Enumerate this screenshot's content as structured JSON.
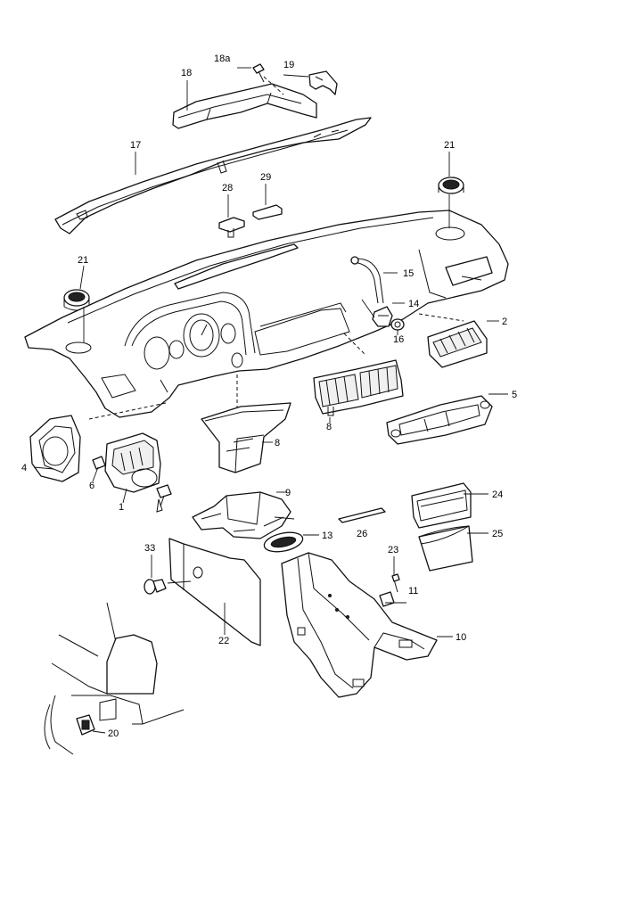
{
  "labels": {
    "p1": "1",
    "p2": "2",
    "p4": "4",
    "p5": "5",
    "p6": "6",
    "p8a": "8",
    "p8b": "8",
    "p9": "9",
    "p10": "10",
    "p11": "11",
    "p13": "13",
    "p14": "14",
    "p15": "15",
    "p16": "16",
    "p17": "17",
    "p18": "18",
    "p18a": "18a",
    "p19": "19",
    "p20": "20",
    "p21a": "21",
    "p21b": "21",
    "p22": "22",
    "p23": "23",
    "p24": "24",
    "p25": "25",
    "p26": "26",
    "p28": "28",
    "p29": "29",
    "p33": "33"
  }
}
